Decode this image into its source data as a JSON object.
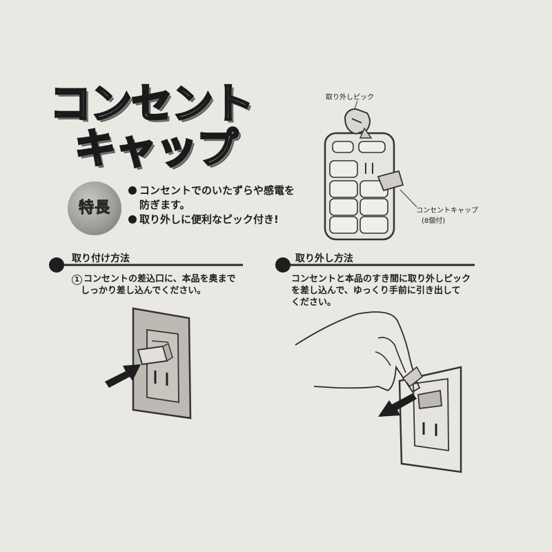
{
  "title": {
    "line1": "コンセント",
    "line2": "キャップ"
  },
  "features": {
    "badge": "特長",
    "item1_line1": "コンセントでのいたずらや感電を",
    "item1_line2": "防ぎます。",
    "item2": "取り外しに便利なピック付き!"
  },
  "diagram": {
    "pick_label": "取り外しピック",
    "cap_label": "コンセントキャップ",
    "cap_count": "(8個付)"
  },
  "install": {
    "heading": "取り付け方法",
    "step_number": "1",
    "step_line1": "コンセントの差込口に、本品を奥まで",
    "step_line2": "しっかり差し込んでください。"
  },
  "removal": {
    "heading": "取り外し方法",
    "line1": "コンセントと本品のすき間に取り外しピック",
    "line2": "を差し込んで、ゆっくり手前に引き出して",
    "line3": "ください。"
  },
  "colors": {
    "paper": "#e9e8e3",
    "ink": "#1c1c1c",
    "plate_fill": "#bdbab4"
  }
}
